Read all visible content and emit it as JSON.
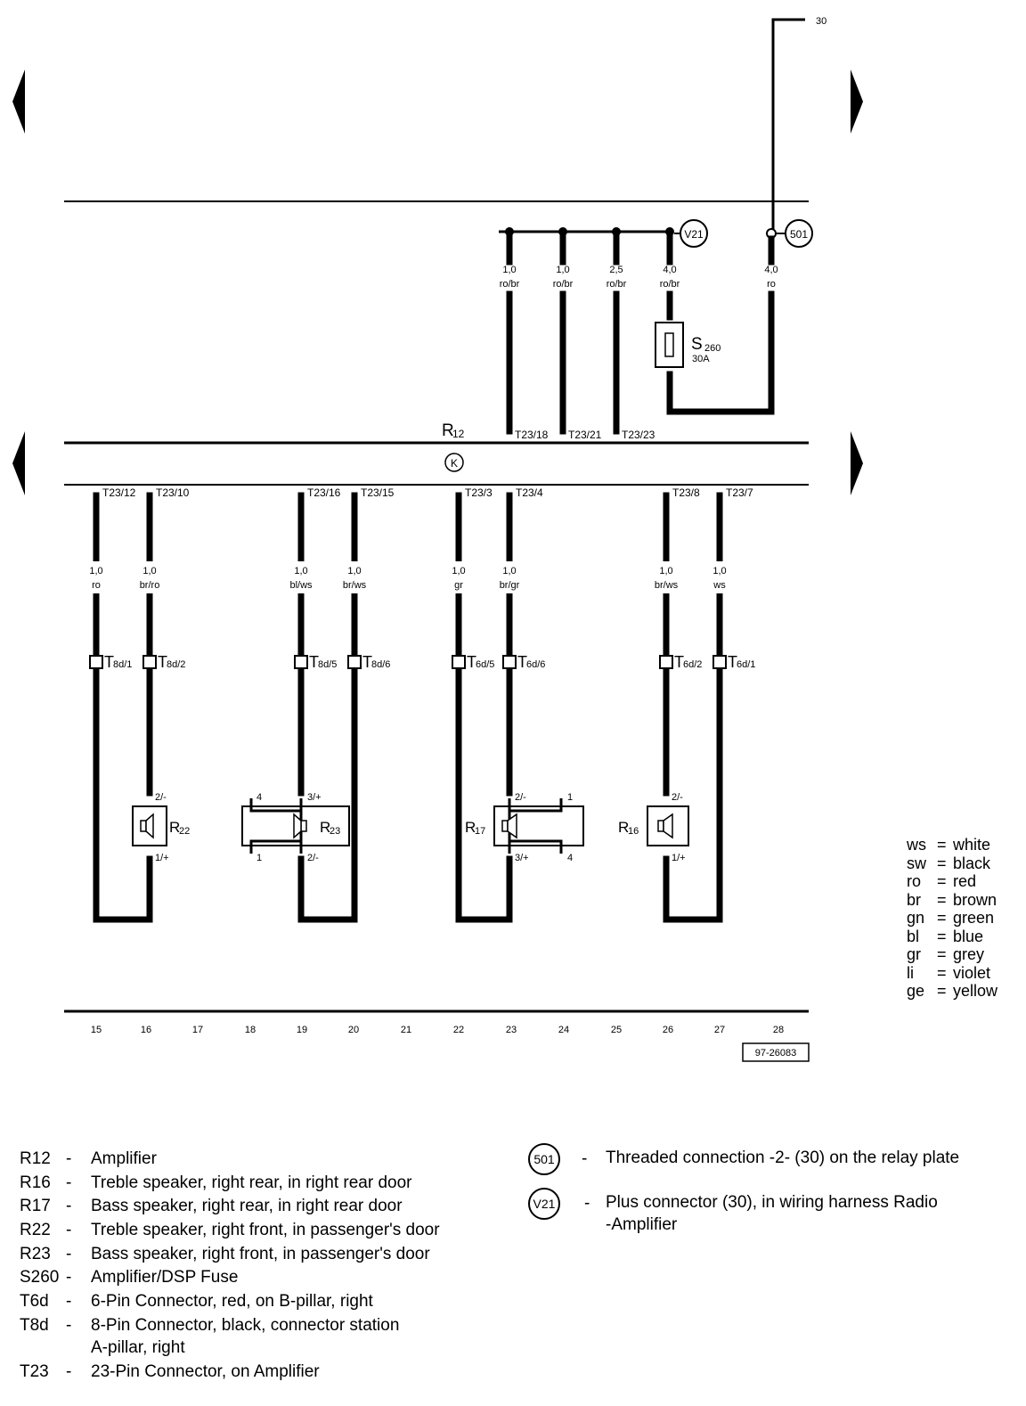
{
  "terminal_30": "30",
  "fuse": {
    "name": "S",
    "sub": "260",
    "rating": "30A"
  },
  "amplifier": {
    "label": "R",
    "sub": "12",
    "symbol": "K"
  },
  "connectors_top": [
    {
      "id": "V21",
      "label": "V21"
    },
    {
      "id": "501",
      "label": "501"
    }
  ],
  "top_wires": [
    {
      "gauge": "1,0",
      "color": "ro/br",
      "pin": "T23/18"
    },
    {
      "gauge": "1,0",
      "color": "ro/br",
      "pin": "T23/21"
    },
    {
      "gauge": "2,5",
      "color": "ro/br",
      "pin": "T23/23"
    },
    {
      "gauge": "4,0",
      "color": "ro/br",
      "pin": ""
    },
    {
      "gauge": "4,0",
      "color": "ro",
      "pin": ""
    }
  ],
  "bottom_wires": [
    {
      "pin": "T23/12",
      "gauge": "1,0",
      "color": "ro",
      "conn": "T",
      "conn_sub": "8d/1"
    },
    {
      "pin": "T23/10",
      "gauge": "1,0",
      "color": "br/ro",
      "conn": "T",
      "conn_sub": "8d/2"
    },
    {
      "pin": "T23/16",
      "gauge": "1,0",
      "color": "bl/ws",
      "conn": "T",
      "conn_sub": "8d/5"
    },
    {
      "pin": "T23/15",
      "gauge": "1,0",
      "color": "br/ws",
      "conn": "T",
      "conn_sub": "8d/6"
    },
    {
      "pin": "T23/3",
      "gauge": "1,0",
      "color": "gr",
      "conn": "T",
      "conn_sub": "6d/5"
    },
    {
      "pin": "T23/4",
      "gauge": "1,0",
      "color": "br/gr",
      "conn": "T",
      "conn_sub": "6d/6"
    },
    {
      "pin": "T23/8",
      "gauge": "1,0",
      "color": "br/ws",
      "conn": "T",
      "conn_sub": "6d/2"
    },
    {
      "pin": "T23/7",
      "gauge": "1,0",
      "color": "ws",
      "conn": "T",
      "conn_sub": "6d/1"
    }
  ],
  "speakers": [
    {
      "label": "R",
      "sub": "22",
      "pins": [
        "2/-",
        "1/+"
      ]
    },
    {
      "label": "R",
      "sub": "23",
      "pins": [
        "4",
        "3/+",
        "1",
        "2/-"
      ]
    },
    {
      "label": "R",
      "sub": "17",
      "pins": [
        "2/-",
        "1",
        "3/+",
        "4"
      ]
    },
    {
      "label": "R",
      "sub": "16",
      "pins": [
        "2/-",
        "1/+"
      ]
    }
  ],
  "grid_numbers": [
    "15",
    "16",
    "17",
    "18",
    "19",
    "20",
    "21",
    "22",
    "23",
    "24",
    "25",
    "26",
    "27",
    "28"
  ],
  "diagram_ref": "97-26083",
  "color_key": [
    {
      "code": "ws",
      "name": "white"
    },
    {
      "code": "sw",
      "name": "black"
    },
    {
      "code": "ro",
      "name": "red"
    },
    {
      "code": "br",
      "name": "brown"
    },
    {
      "code": "gn",
      "name": "green"
    },
    {
      "code": "bl",
      "name": "blue"
    },
    {
      "code": "gr",
      "name": "grey"
    },
    {
      "code": "li",
      "name": "violet"
    },
    {
      "code": "ge",
      "name": "yellow"
    }
  ],
  "legend": [
    {
      "code": "R12",
      "desc": "Amplifier"
    },
    {
      "code": "R16",
      "desc": "Treble speaker, right rear, in right rear door"
    },
    {
      "code": "R17",
      "desc": "Bass speaker, right rear, in right rear door"
    },
    {
      "code": "R22",
      "desc": "Treble speaker, right front, in passenger's door"
    },
    {
      "code": "R23",
      "desc": "Bass speaker, right front, in passenger's door"
    },
    {
      "code": "S260",
      "desc": "Amplifier/DSP Fuse"
    },
    {
      "code": "T6d",
      "desc": "6-Pin Connector, red, on B-pillar, right"
    },
    {
      "code": "T8d",
      "desc": "8-Pin Connector, black, connector station",
      "desc2": "A-pillar, right"
    },
    {
      "code": "T23",
      "desc": "23-Pin Connector, on Amplifier"
    }
  ],
  "connection_legend": [
    {
      "id": "501",
      "desc": "Threaded connection -2- (30) on the relay plate"
    },
    {
      "id": "V21",
      "desc": "Plus connector (30), in wiring harness Radio",
      "desc2": "-Amplifier"
    }
  ]
}
